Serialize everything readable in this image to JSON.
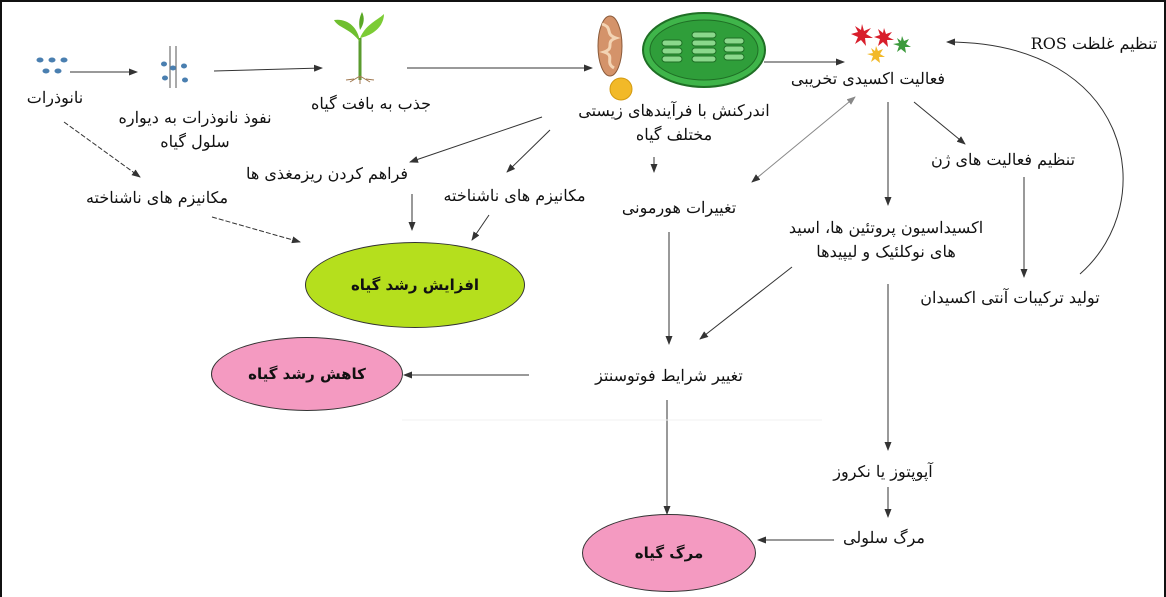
{
  "colors": {
    "growth_increase": "#b5df1d",
    "growth_decrease": "#f49ac1",
    "plant_death": "#f49ac1",
    "chloroplast": "#3fb54a",
    "mitochondrion": "#d4936a",
    "particle": "#4a7fb0",
    "ros_red": "#d81e2b",
    "ros_green": "#3c9a3c",
    "ros_yellow": "#f2b928",
    "arrow": "#333333"
  },
  "nodes": {
    "nanoparticles": "نانوذرات",
    "penetration": [
      "نفوذ نانوذرات به دیواره",
      "سلول گیاه"
    ],
    "absorption": "جذب به بافت گیاه",
    "interaction": [
      "اندرکنش با فرآیندهای زیستی",
      "مختلف گیاه"
    ],
    "oxidative_activity": "فعالیت اکسیدی تخریبی",
    "ros_regulation": "تنظیم غلظت ROS",
    "gene_regulation": "تنظیم فعالیت های ژن",
    "unknown_mechanisms_left": "مکانیزم های ناشناخته",
    "micronutrients": "فراهم کردن ریزمغذی ها",
    "unknown_mechanisms_mid": "مکانیزم های ناشناخته",
    "hormonal_changes": "تغییرات هورمونی",
    "oxidation": [
      "اکسیداسیون پروتئین ها، اسید",
      "های نوکلئیک و لیپیدها"
    ],
    "antioxidants": "تولید ترکیبات آنتی اکسیدان",
    "growth_increase": "افزایش رشد گیاه",
    "growth_decrease": "کاهش رشد گیاه",
    "photosynthesis_change": "تغییر شرایط فوتوسنتز",
    "apoptosis": "آپوپتوز یا نکروز",
    "cell_death": "مرگ سلولی",
    "plant_death": "مرگ گیاه"
  },
  "icons": [
    "nanoparticle-cluster-icon",
    "cell-wall-particles-icon",
    "plant-seedling-icon",
    "mitochondrion-icon",
    "chloroplast-icon",
    "ros-burst-icon"
  ]
}
